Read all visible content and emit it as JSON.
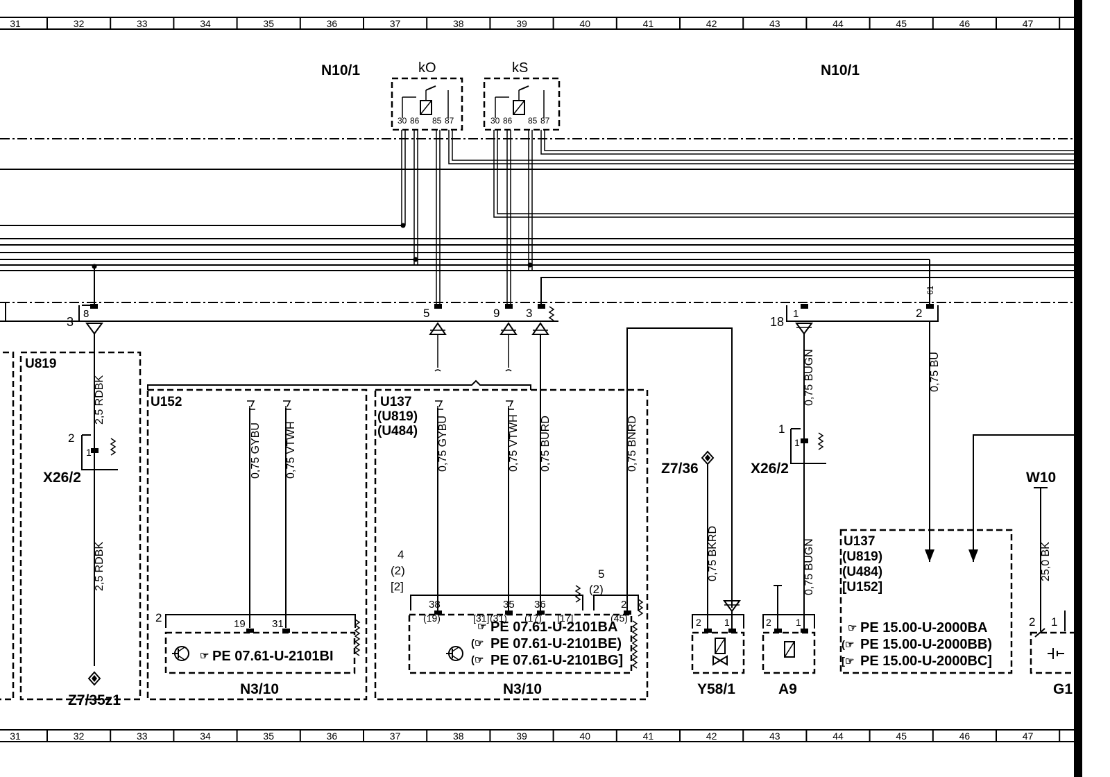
{
  "ruler": [
    "31",
    "32",
    "33",
    "34",
    "35",
    "36",
    "37",
    "38",
    "39",
    "40",
    "41",
    "42",
    "43",
    "44",
    "45",
    "46",
    "47"
  ],
  "modules": {
    "n10_left": "N10/1",
    "n10_right": "N10/1",
    "relay_ko": "kO",
    "relay_ks": "kS",
    "relay_pins": [
      "30",
      "86",
      "85",
      "87"
    ]
  },
  "pins": {
    "p3": "3",
    "p8": "8",
    "p5": "5",
    "p9": "9",
    "p3b": "3",
    "p18": "18",
    "p1": "1",
    "p2": "2",
    "p61": "61",
    "x26a_2": "2",
    "x26a_1": "1",
    "x26b_1": "1",
    "x26b_1b": "1",
    "n152_2": "2",
    "n152_19": "19",
    "n152_31": "31",
    "n137_4": "4",
    "n137_2p": "(2)",
    "n137_2b": "[2]",
    "n137_38": "38",
    "n137_19": "(19)",
    "n137_35": "35",
    "n137_31b": "[31]",
    "n137_31p": "(31)",
    "n137_36": "36",
    "n137_17p": "(17)",
    "n137_17b": "[17]",
    "n137_5": "5",
    "n137_5p": "(2)",
    "n137_2": "2",
    "n137_45": "(45)",
    "y58_2": "2",
    "y58_1": "1",
    "a9_2": "2",
    "a9_1": "1",
    "g1_2": "2",
    "g1_1": "1"
  },
  "groups": {
    "u819": "U819",
    "u152": "U152",
    "u137": [
      "U137",
      "(U819)",
      "(U484)"
    ],
    "u137b": [
      "U137",
      "(U819)",
      "(U484)",
      "[U152]"
    ]
  },
  "wires": {
    "w1": "2,5 RDBK",
    "w2": "2,5 RDBK",
    "w3": "0,75 GYBU",
    "w4": "0,75 VTWH",
    "w5": "0,75 GYBU",
    "w6": "0,75 VTWH",
    "w7": "0,75 BURD",
    "w8": "0,75 BNRD",
    "w9": "0,75 BKRD",
    "w10": "0,75 BUGN",
    "w11": "0,75 BUGN",
    "w12": "0,75 BU",
    "w13": "25,0 BK"
  },
  "components": {
    "x26_left": "X26/2",
    "z7_35": "Z7/35z1",
    "n3_10a": "N3/10",
    "n3_10b": "N3/10",
    "z7_36": "Z7/36",
    "x26_right": "X26/2",
    "y58": "Y58/1",
    "a9": "A9",
    "w10": "W10",
    "g1": "G1"
  },
  "refs": {
    "r1": "PE  07.61-U-2101BI",
    "r2": "PE  07.61-U-2101BA",
    "r3": "PE  07.61-U-2101BE)",
    "r4": "PE  07.61-U-2101BG]",
    "r5": "PE  15.00-U-2000BA",
    "r6": "PE  15.00-U-2000BB)",
    "r7": "PE  15.00-U-2000BC]"
  }
}
